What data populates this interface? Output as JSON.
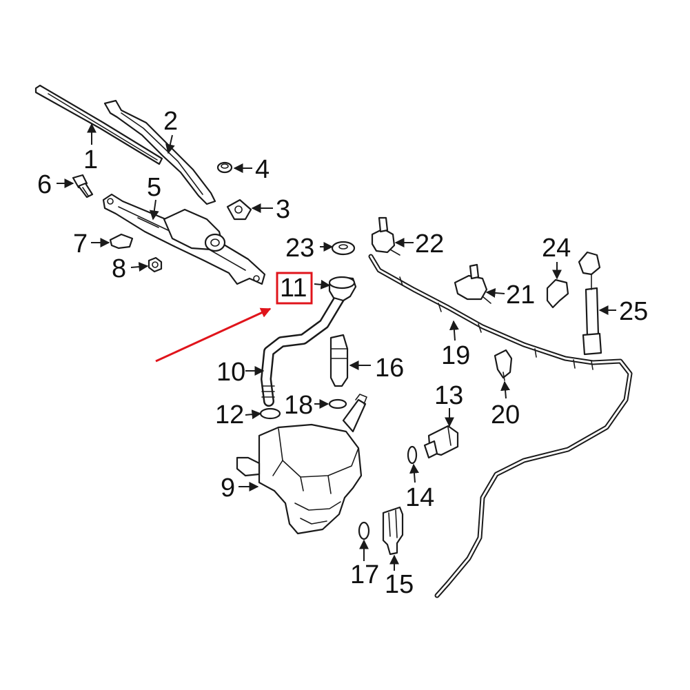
{
  "callouts": {
    "c1": "1",
    "c2": "2",
    "c3": "3",
    "c4": "4",
    "c5": "5",
    "c6": "6",
    "c7": "7",
    "c8": "8",
    "c9": "9",
    "c10": "10",
    "c11": "11",
    "c12": "12",
    "c13": "13",
    "c14": "14",
    "c15": "15",
    "c16": "16",
    "c17": "17",
    "c18": "18",
    "c19": "19",
    "c20": "20",
    "c21": "21",
    "c22": "22",
    "c23": "23",
    "c24": "24",
    "c25": "25"
  },
  "highlight": {
    "target": "11",
    "color": "#e0141b"
  },
  "colors": {
    "line": "#1a1a1a",
    "background": "#ffffff"
  }
}
